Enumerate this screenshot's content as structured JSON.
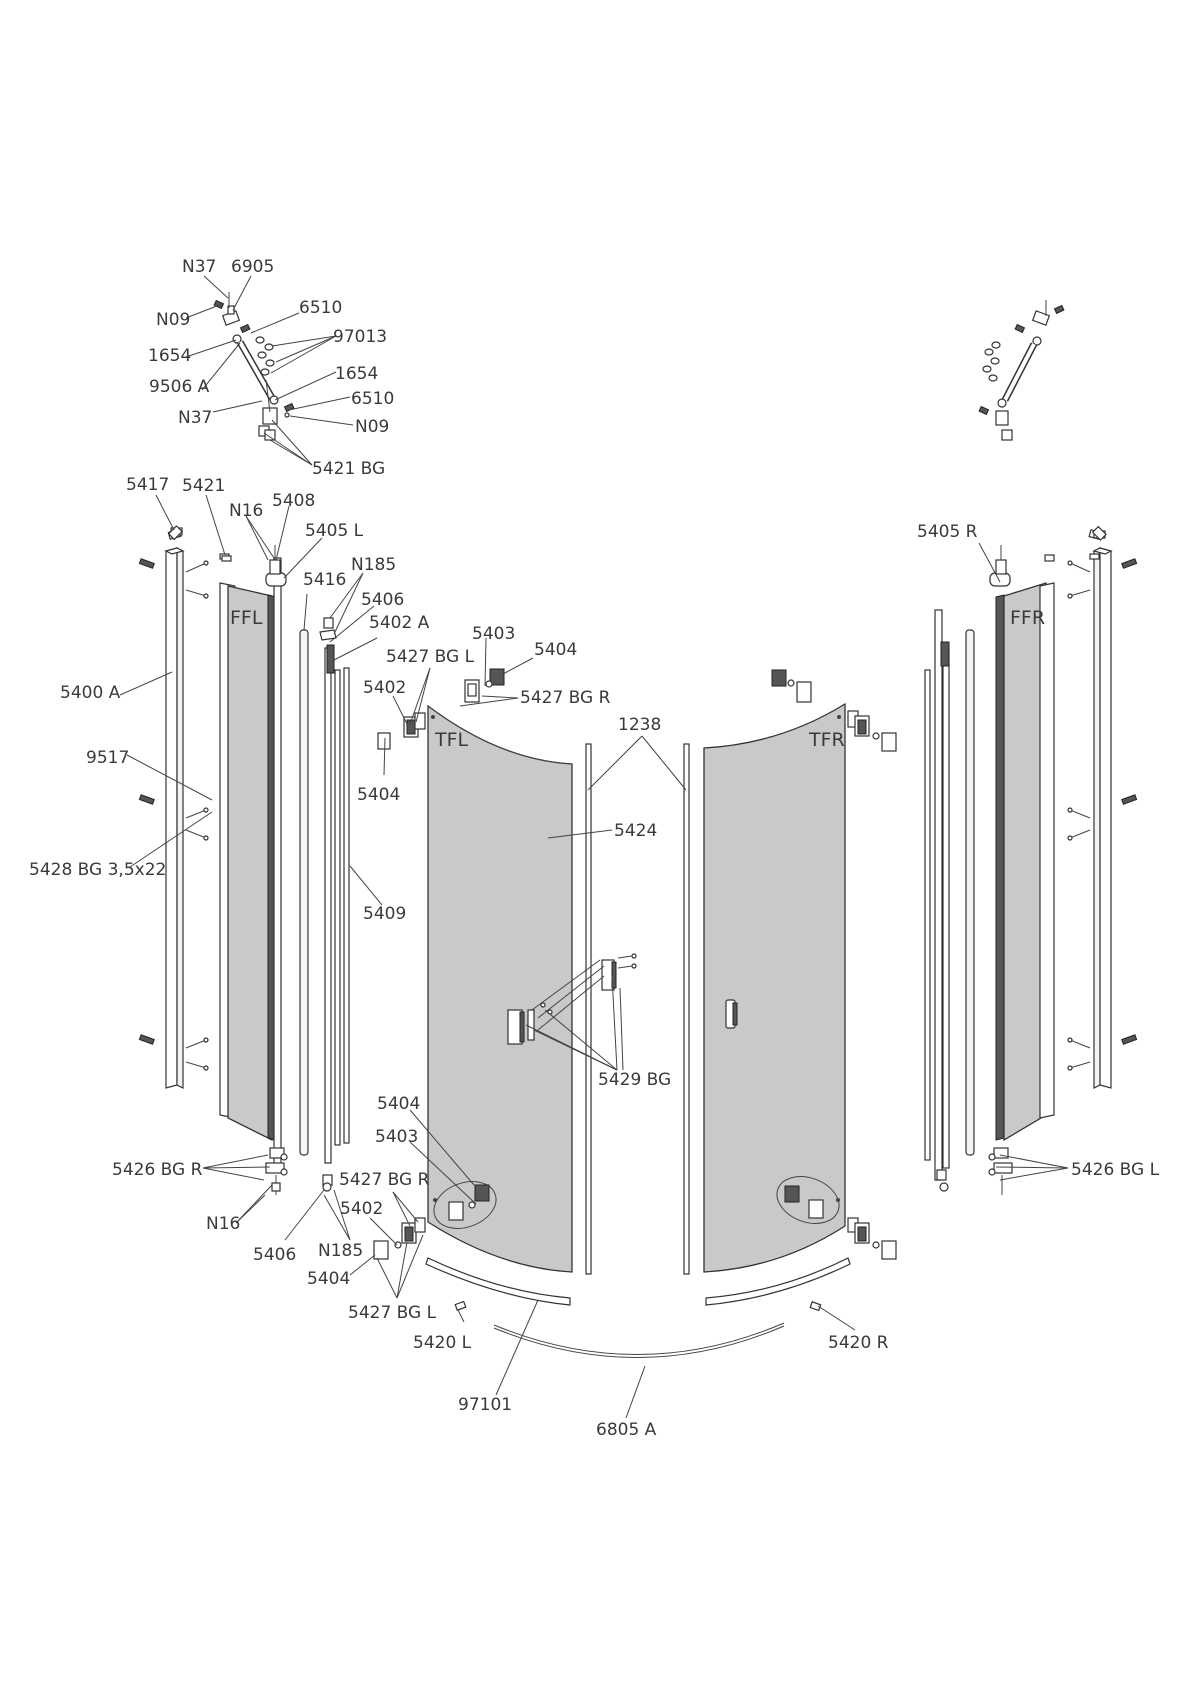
{
  "labels": {
    "n37_top": "N37",
    "p6905": "6905",
    "n09_top": "N09",
    "p6510_top": "6510",
    "p1654_left": "1654",
    "p97013": "97013",
    "p9506a": "9506 A",
    "p1654_right": "1654",
    "n37_mid": "N37",
    "p6510_mid": "6510",
    "n09_mid": "N09",
    "p5421bg": "5421 BG",
    "p5417": "5417",
    "p5421": "5421",
    "n16_top": "N16",
    "p5408": "5408",
    "p5405l": "5405 L",
    "p5416": "5416",
    "n185_top": "N185",
    "p5406_top": "5406",
    "p5402a": "5402 A",
    "p5403_top": "5403",
    "p5404_top": "5404",
    "p5427bgl_top": "5427 BG L",
    "p5402_top": "5402",
    "p5427bgr_top": "5427 BG R",
    "p1238": "1238",
    "p5400a": "5400 A",
    "p9517": "9517",
    "p5404_left": "5404",
    "p5424": "5424",
    "p5428bg": "5428 BG 3,5x22",
    "p5409": "5409",
    "p5429bg": "5429 BG",
    "p5404_low": "5404",
    "p5403_low": "5403",
    "p5426bgr": "5426 BG R",
    "p5427bgr_low": "5427 BG R",
    "p5402_low": "5402",
    "n16_low": "N16",
    "p5406_low": "5406",
    "n185_low": "N185",
    "p5404_bottom": "5404",
    "p5427bgl_low": "5427 BG L",
    "p5420l": "5420 L",
    "p97101": "97101",
    "p6805a": "6805 A",
    "p5420r": "5420 R",
    "p5405r": "5405 R",
    "p5426bgl": "5426 BG L"
  },
  "glass_labels": {
    "ffl": "FFL",
    "ffr": "FFR",
    "tfl": "TFL",
    "tfr": "TFR"
  }
}
